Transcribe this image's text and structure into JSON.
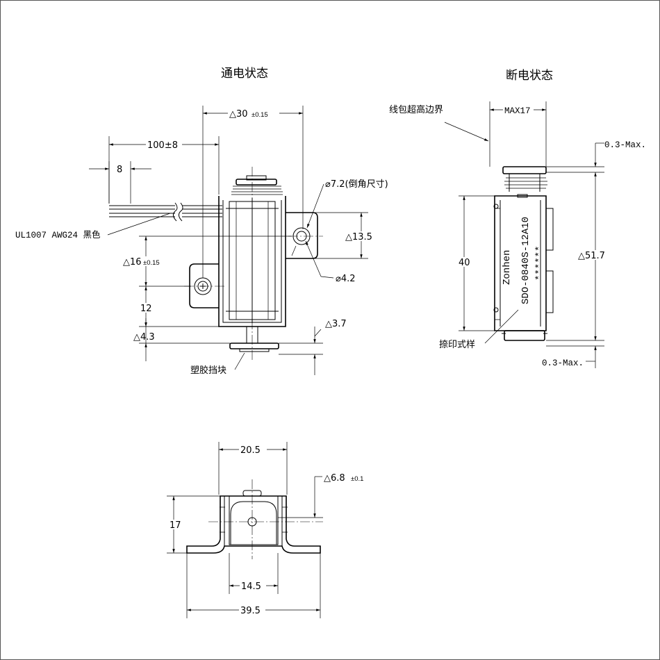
{
  "views": {
    "energized": {
      "title": "通电状态"
    },
    "deenergized": {
      "title": "断电状态"
    }
  },
  "labels": {
    "wire_spec": "UL1007 AWG24 黑色",
    "chamfer": "⌀7.2(倒角尺寸)",
    "hole": "⌀4.2",
    "plastic_stop": "塑胶挡块",
    "coil_boundary": "线包超高边界",
    "stamp_sample": "捺印式样",
    "brand": "Zonhen",
    "model": "SDO-0840S-12A10",
    "serial": "******"
  },
  "dims": {
    "d30": {
      "main": "△30",
      "tol": "±0.15"
    },
    "d100": "100±8",
    "d8": "8",
    "d13_5": "△13.5",
    "d16": {
      "main": "△16",
      "tol": "±0.15"
    },
    "d12": "12",
    "d4_3": "△4.3",
    "d3_7": "△3.7",
    "max17": "MAX17",
    "gap_top": "0.3-Max.",
    "gap_bottom": "0.3-Max.",
    "d40": "40",
    "d51_7": "△51.7",
    "d20_5": "20.5",
    "d6_8": {
      "main": "△6.8",
      "tol": "±0.1"
    },
    "d17": "17",
    "d14_5": "14.5",
    "d39_5": "39.5"
  }
}
